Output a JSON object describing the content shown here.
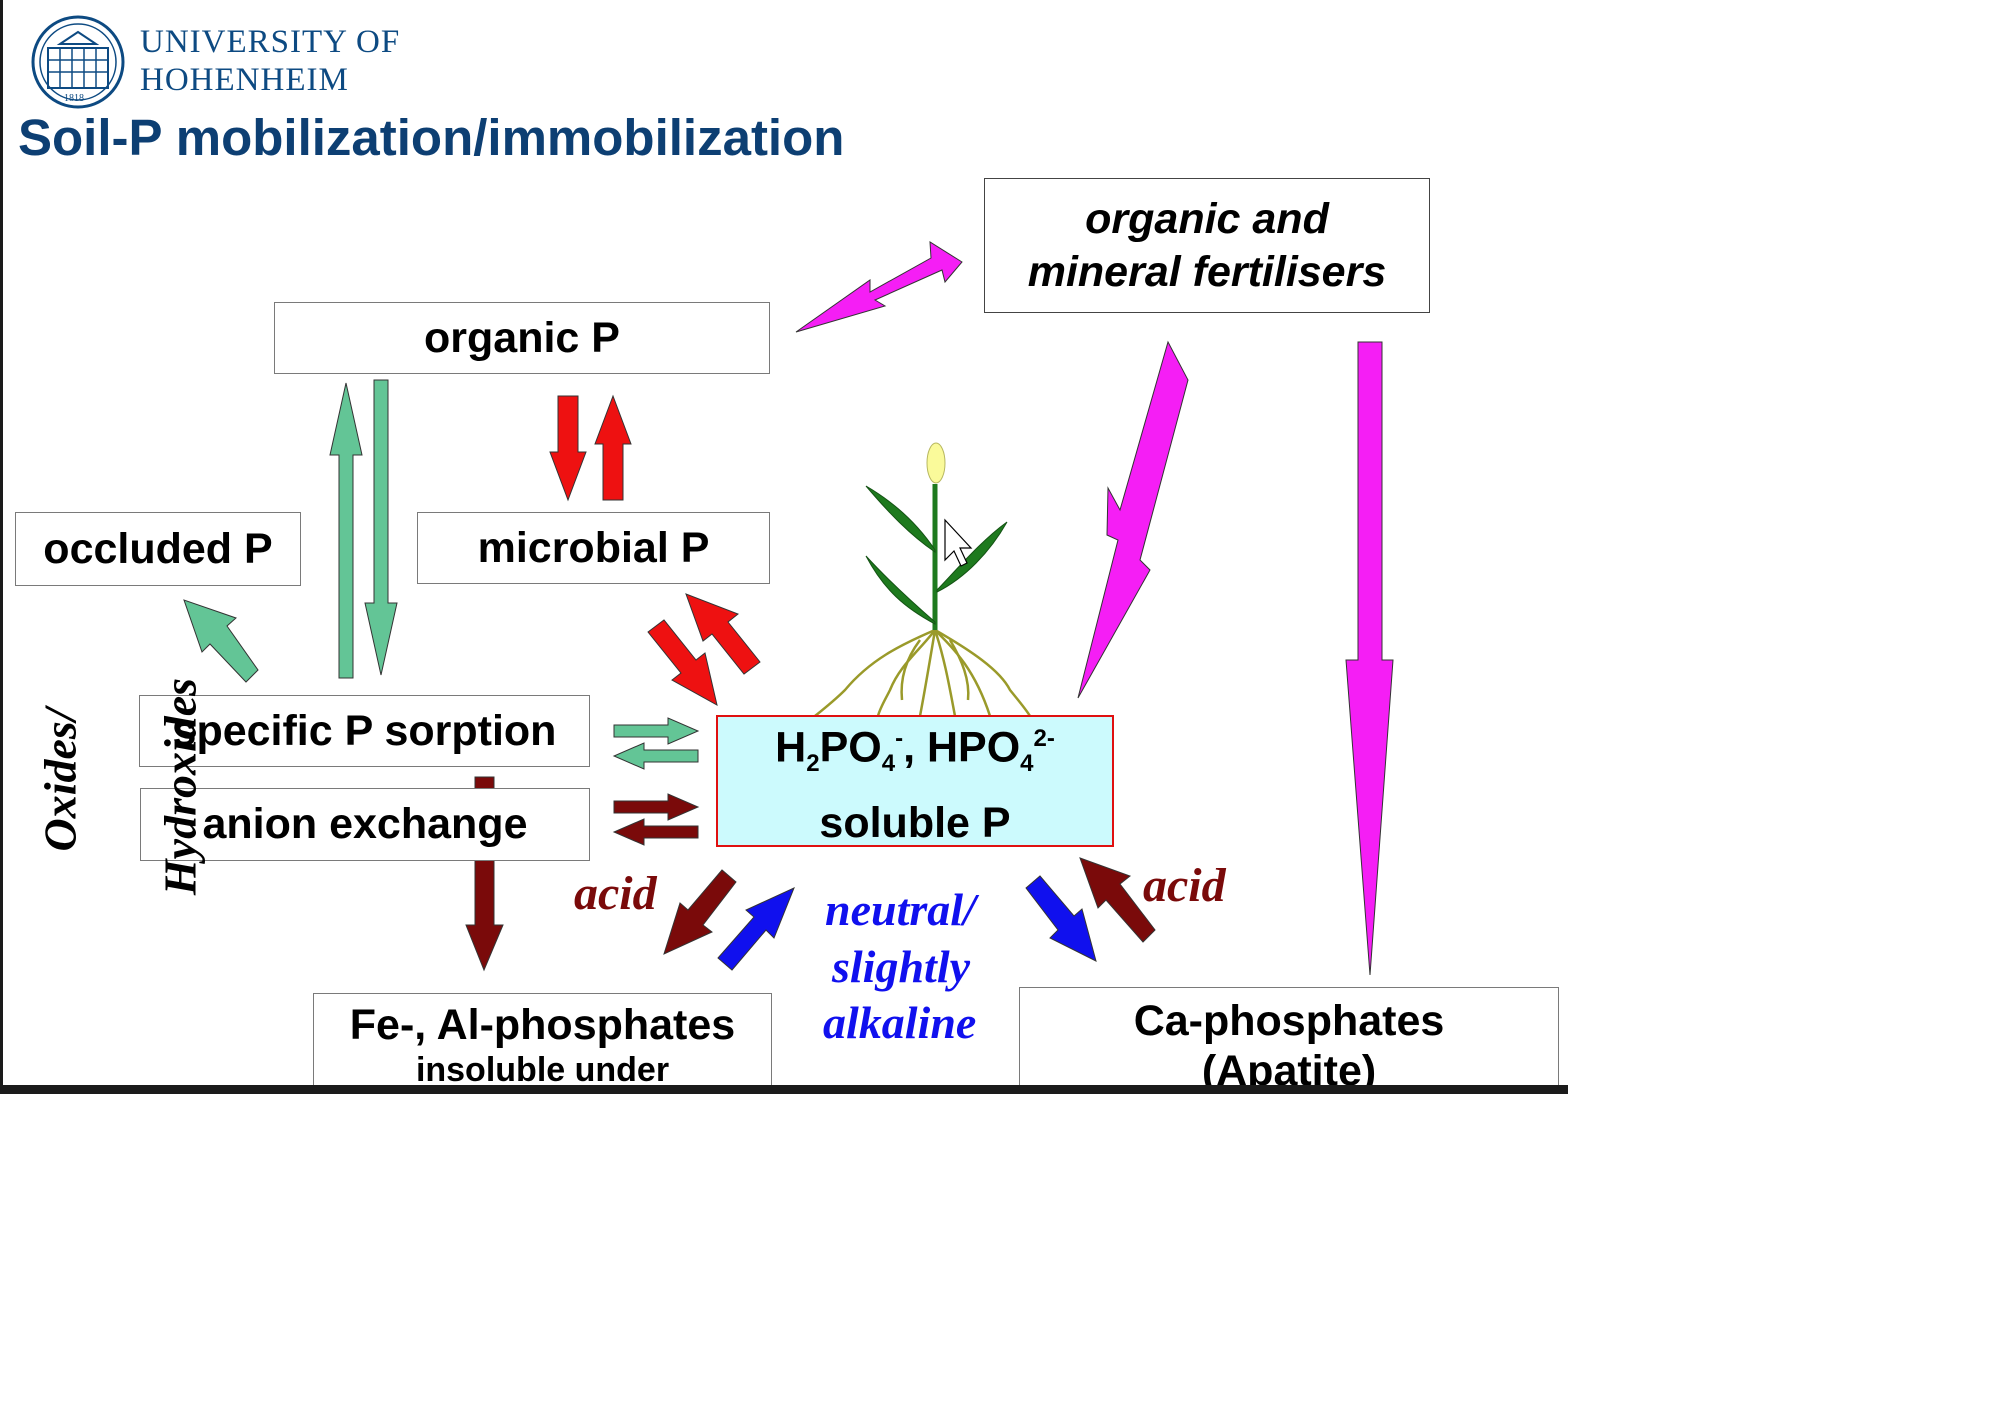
{
  "logo": {
    "line1": "UNIVERSITY OF",
    "line2": "HOHENHEIM",
    "year": "1818"
  },
  "title": "Soil-P mobilization/immobilization",
  "boxes": {
    "fertilisers": {
      "line1": "organic and",
      "line2": "mineral fertilisers"
    },
    "organic_p": "organic P",
    "occluded_p": "occluded P",
    "microbial_p": "microbial P",
    "specific_sorption": "specific P sorption",
    "anion_exchange": "anion exchange",
    "soluble": {
      "h2po4": "H",
      "sub2": "2",
      "po": "PO",
      "sub4a": "4",
      "supminus": "-",
      "comma": ", HPO",
      "sub4b": "4",
      "sup2minus": "2-",
      "line2": "soluble P"
    },
    "fe_al": {
      "line1": "Fe-, Al-phosphates",
      "line2": "insoluble under"
    },
    "ca": {
      "line1": "Ca-phosphates",
      "line2": "(Apatite)"
    }
  },
  "labels": {
    "oxides": "Oxides/",
    "hydroxides": "Hydroxides",
    "acid_left": "acid",
    "acid_right": "acid",
    "neutral": "neutral/",
    "slightly": "slightly",
    "alkaline": "alkaline"
  },
  "colors": {
    "magenta": "#f51ef5",
    "red": "#ee1111",
    "green": "#63c596",
    "darkred": "#7a0a0a",
    "blue": "#1010ee",
    "title": "#0d3f73",
    "plant": "#1e7a1e",
    "root": "#9a9a2a"
  },
  "icons": {
    "cursor": "mouse-pointer-icon",
    "plant": "plant-icon",
    "logo": "university-building-icon"
  }
}
